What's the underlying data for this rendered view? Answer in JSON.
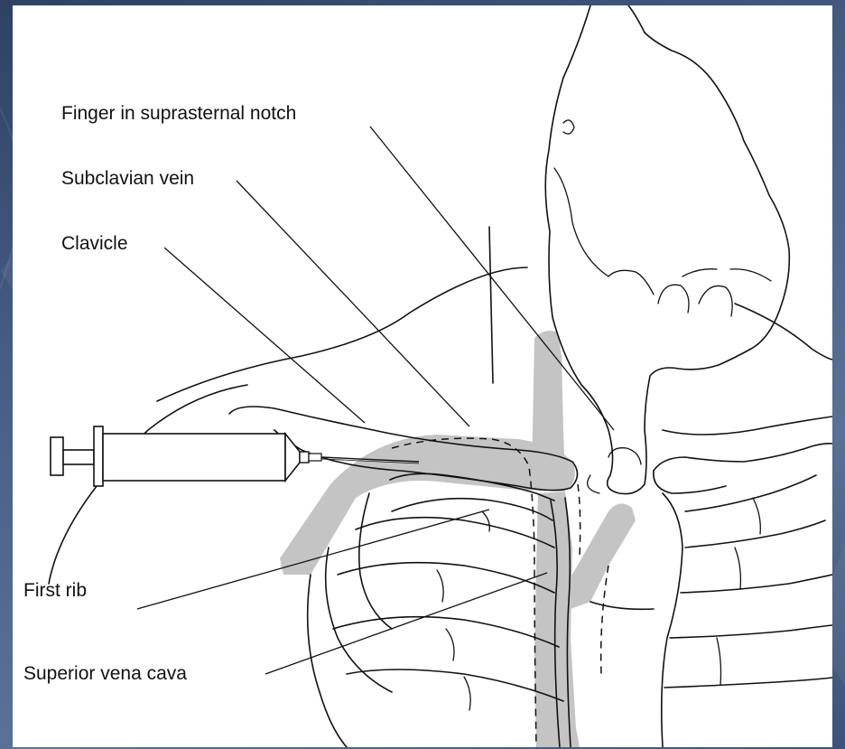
{
  "colors": {
    "slide_background": "#4a6187",
    "figure_background": "#ffffff",
    "vessel_shading": "#c4c4c4",
    "line_art": "#111111"
  },
  "labels": {
    "finger": "Finger in suprasternal notch",
    "subclavian_vein": "Subclavian vein",
    "clavicle": "Clavicle",
    "first_rib": "First rib",
    "superior_vena_cava": "Superior vena cava"
  },
  "icons": [
    "syringe-icon",
    "pointing-hand-icon"
  ]
}
